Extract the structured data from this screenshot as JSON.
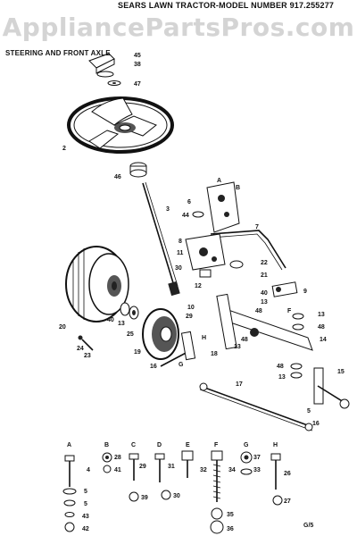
{
  "watermark": "AppliancePartsPros.com",
  "header": {
    "model_title": "SEARS LAWN TRACTOR-MODEL NUMBER 917.255277",
    "section_title": "STEERING AND FRONT AXLE"
  },
  "part_numbers": {
    "p45": "45",
    "p38": "38",
    "p47": "47",
    "p2": "2",
    "p46": "46",
    "p3": "3",
    "p44": "44",
    "p6": "6",
    "p7": "7",
    "p8": "8",
    "p11": "11",
    "p9": "9",
    "p30a": "30",
    "p21": "21",
    "p22": "22",
    "p12": "12",
    "p40a": "40",
    "p13a": "13",
    "p48a": "48",
    "p10": "10",
    "p20": "20",
    "p29": "29",
    "p40b": "40",
    "p13b": "13",
    "p25": "25",
    "p18": "18",
    "p19": "19",
    "p24": "24",
    "p23": "23",
    "p16a": "16",
    "p48b": "48",
    "p13c": "13",
    "p14": "14",
    "p13d": "13",
    "p48c": "48",
    "p17": "17",
    "p48d": "48",
    "p13e": "13",
    "p15": "15",
    "p16b": "16",
    "p5": "5",
    "pG1": "G",
    "pH1": "H",
    "pF1": "F",
    "pA1": "A",
    "pB1": "B",
    "hw_A": "A",
    "hw_B": "B",
    "hw_C": "C",
    "hw_D": "D",
    "hw_E": "E",
    "hw_F": "F",
    "hw_G": "G",
    "hw_H": "H",
    "h4": "4",
    "h28": "28",
    "h41": "41",
    "h29": "29",
    "h31": "31",
    "h32": "32",
    "h34": "34",
    "h37": "37",
    "h33": "33",
    "h26": "26",
    "h5a": "5",
    "h5b": "5",
    "h43": "43",
    "h42": "42",
    "h39": "39",
    "h30": "30",
    "h35": "35",
    "h36": "36",
    "h27": "27"
  },
  "footer": {
    "code": "G/5"
  }
}
